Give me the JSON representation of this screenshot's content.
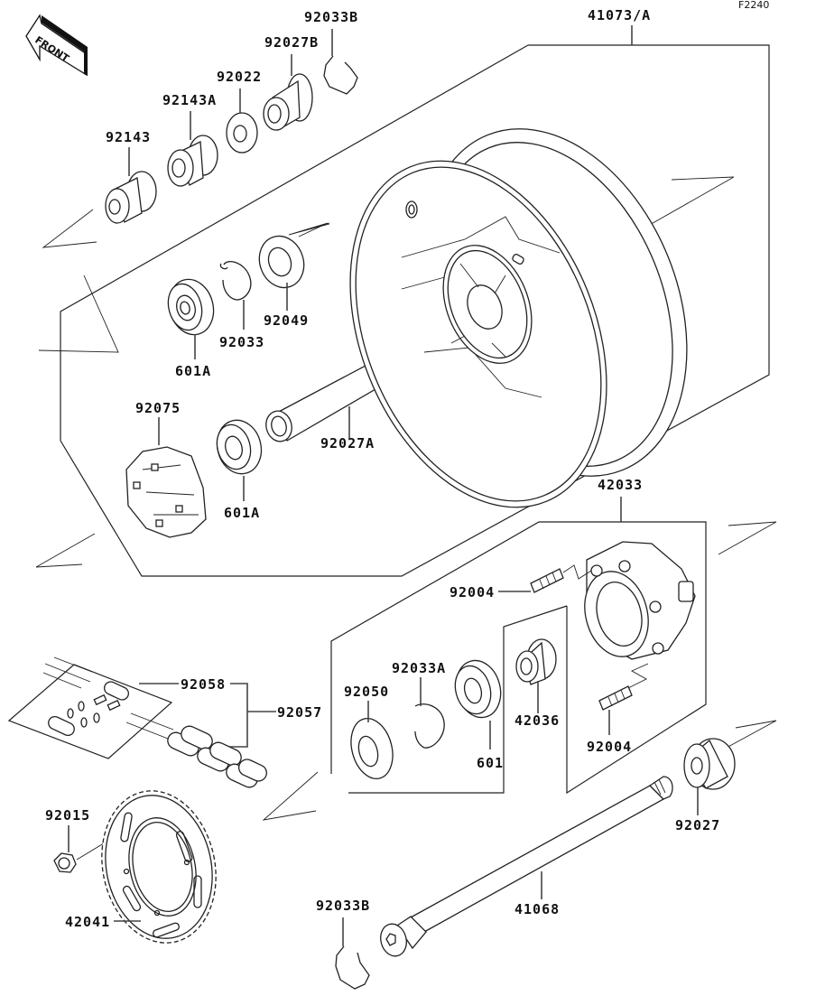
{
  "diagram": {
    "title_code": "F2240",
    "front_badge": "FRONT",
    "labels": {
      "wheel_assy": "41073/A",
      "clip_top": "92033B",
      "collar_27b": "92027B",
      "washer_22": "92022",
      "collar_143a": "92143A",
      "collar_143": "92143",
      "oil_seal_49": "92049",
      "circlip_33": "92033",
      "bearing_a_top": "601A",
      "damper": "92075",
      "bearing_a_bottom": "601A",
      "sleeve_27a": "92027A",
      "coupling": "42033",
      "stud_top": "92004",
      "stud_bottom": "92004",
      "circlip_33a": "92033A",
      "oil_seal_50": "92050",
      "bearing": "601",
      "coupling_collar": "42036",
      "chain_joint": "92058",
      "chain": "92057",
      "nut": "92015",
      "sprocket": "42041",
      "collar_27": "92027",
      "axle": "41068",
      "clip_bottom": "92033B"
    }
  }
}
